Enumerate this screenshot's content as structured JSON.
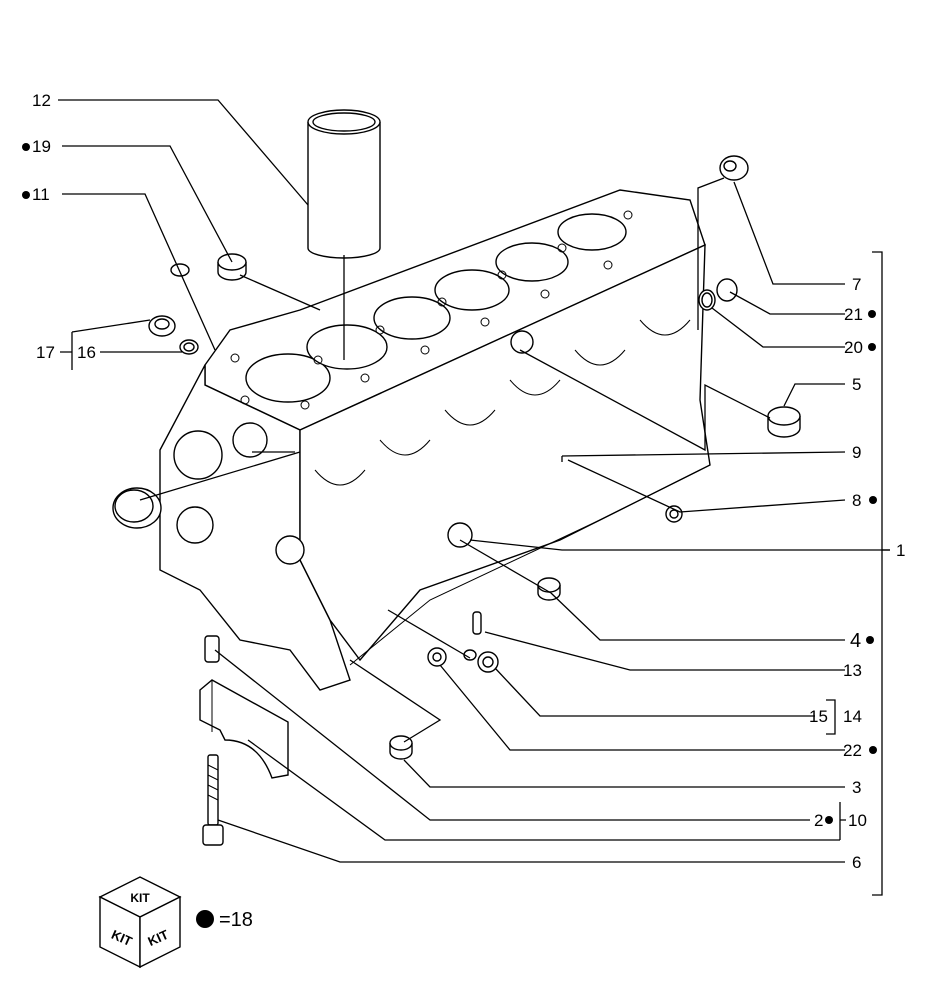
{
  "callouts": {
    "c1": "1",
    "c2": "2",
    "c3": "3",
    "c4": "4",
    "c5": "5",
    "c6": "6",
    "c7": "7",
    "c8": "8",
    "c9": "9",
    "c10": "10",
    "c11": "11",
    "c12": "12",
    "c13": "13",
    "c14": "14",
    "c15": "15",
    "c16": "16",
    "c17": "17",
    "c19": "19",
    "c20": "20",
    "c21": "21",
    "c22": "22"
  },
  "legend": {
    "kit_label": "KIT",
    "value": "=18"
  },
  "colors": {
    "ink": "#000000",
    "paper": "#ffffff"
  }
}
